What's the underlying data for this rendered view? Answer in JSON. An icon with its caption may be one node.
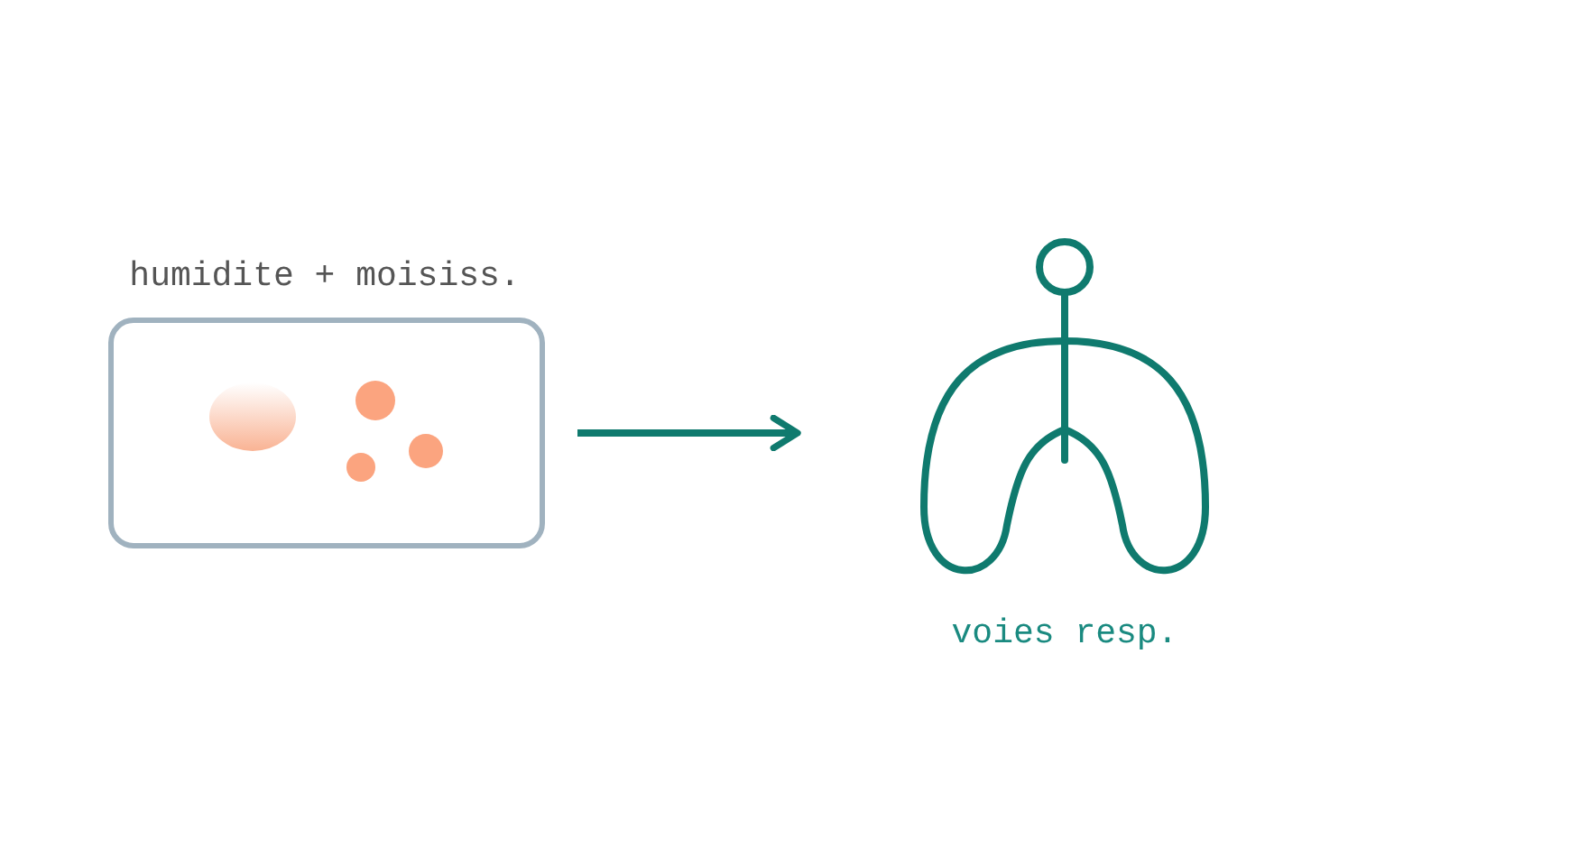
{
  "diagram": {
    "nodes": [
      {
        "text": [
          "humidite + moisiss."
        ]
      },
      {
        "text": [
          "voies resp."
        ]
      }
    ],
    "edges": [
      {
        "from": 0,
        "to": 1,
        "arrow": "to"
      }
    ]
  }
}
